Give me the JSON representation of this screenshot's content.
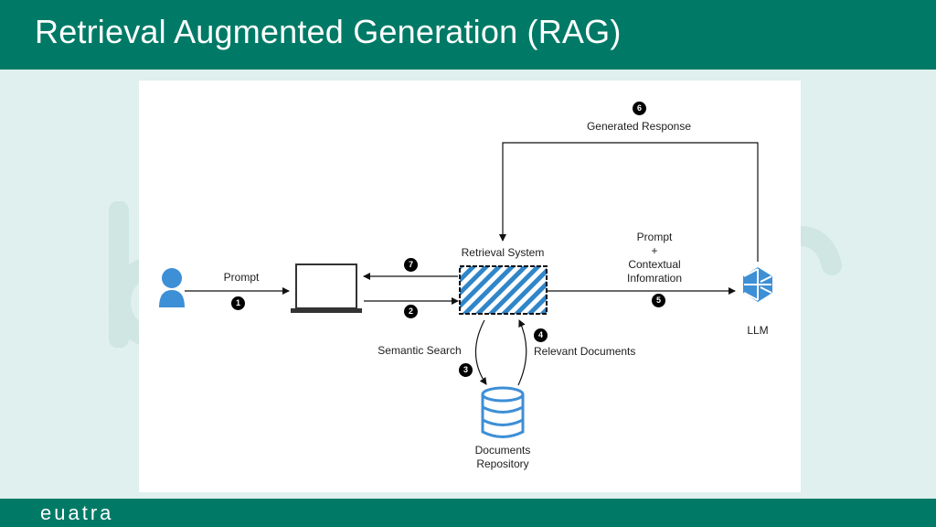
{
  "header": {
    "title": "Retrieval Augmented Generation (RAG)"
  },
  "footer": {
    "brand": "euatra"
  },
  "colors": {
    "brand_green": "#007a66",
    "background": "#dff0ee",
    "accent_blue": "#3d8fd6"
  },
  "diagram": {
    "labels": {
      "prompt": "Prompt",
      "retrieval_system": "Retrieval System",
      "generated_response": "Generated Response",
      "prompt_context_1": "Prompt",
      "prompt_context_2": "+",
      "prompt_context_3": "Contextual",
      "prompt_context_4": "Infomration",
      "llm": "LLM",
      "semantic_search": "Semantic Search",
      "relevant_documents": "Relevant Documents",
      "documents_repository_1": "Documents",
      "documents_repository_2": "Repository"
    },
    "steps": {
      "s1": "1",
      "s2": "2",
      "s3": "3",
      "s4": "4",
      "s5": "5",
      "s6": "6",
      "s7": "7"
    },
    "icons": {
      "user": "user-icon",
      "laptop": "laptop-icon",
      "retrieval_system": "hatched-box-icon",
      "database": "database-icon",
      "llm": "brain-icon"
    }
  }
}
